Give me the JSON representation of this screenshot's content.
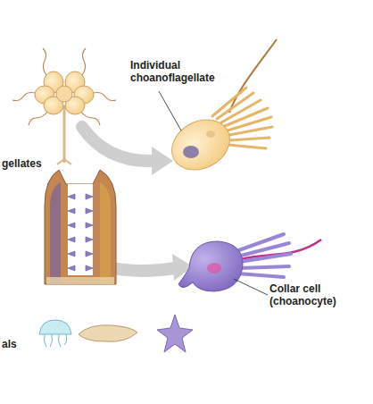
{
  "diagram": {
    "labels": [
      "gellates",
      "Individual choanoflagellate",
      "Collar cell (choanocyte)",
      "als"
    ]
  }
}
